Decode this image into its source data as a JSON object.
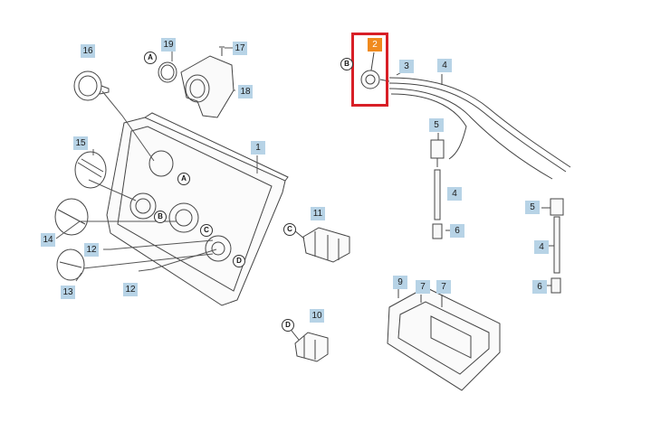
{
  "parts": [
    {
      "id": "1",
      "label": "1"
    },
    {
      "id": "2",
      "label": "2",
      "highlighted": true
    },
    {
      "id": "3",
      "label": "3"
    },
    {
      "id": "4a",
      "label": "4"
    },
    {
      "id": "4b",
      "label": "4"
    },
    {
      "id": "4c",
      "label": "4"
    },
    {
      "id": "5a",
      "label": "5"
    },
    {
      "id": "5b",
      "label": "5"
    },
    {
      "id": "6a",
      "label": "6"
    },
    {
      "id": "6b",
      "label": "6"
    },
    {
      "id": "7a",
      "label": "7"
    },
    {
      "id": "7b",
      "label": "7"
    },
    {
      "id": "9",
      "label": "9"
    },
    {
      "id": "10",
      "label": "10"
    },
    {
      "id": "11",
      "label": "11"
    },
    {
      "id": "12a",
      "label": "12"
    },
    {
      "id": "12b",
      "label": "12"
    },
    {
      "id": "13",
      "label": "13"
    },
    {
      "id": "14",
      "label": "14"
    },
    {
      "id": "15",
      "label": "15"
    },
    {
      "id": "16",
      "label": "16"
    },
    {
      "id": "17",
      "label": "17"
    },
    {
      "id": "18",
      "label": "18"
    },
    {
      "id": "19",
      "label": "19"
    }
  ],
  "refs": {
    "A1": "A",
    "A2": "A",
    "B1": "B",
    "B2": "B",
    "C1": "C",
    "C2": "C",
    "D1": "D",
    "D2": "D"
  },
  "colors": {
    "label_bg": "#b7d3e6",
    "highlight_label_bg": "#f08a1e",
    "highlight_box": "#d81f26",
    "line": "#444444"
  }
}
